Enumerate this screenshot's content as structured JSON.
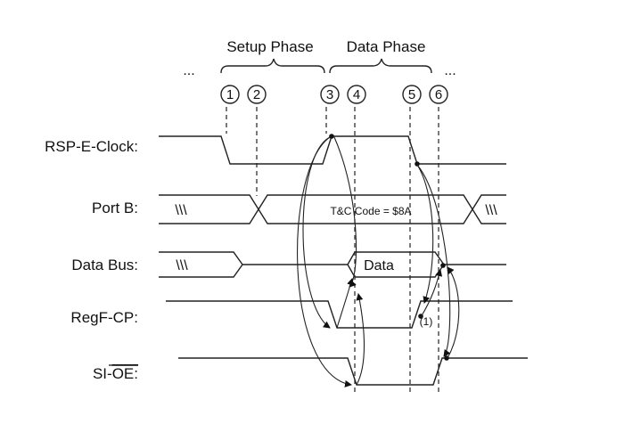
{
  "phases": {
    "setup": "Setup Phase",
    "data": "Data Phase",
    "ellipsis": "..."
  },
  "markers": [
    "1",
    "2",
    "3",
    "4",
    "5",
    "6"
  ],
  "signals": {
    "rsp_e_clock": "RSP-E-Clock:",
    "port_b": "Port B:",
    "data_bus": "Data Bus:",
    "regf_cp": "RegF-CP:",
    "si_oe_prefix": "SI-",
    "si_oe_overlined": "OE:"
  },
  "annotations": {
    "tc_code": "T&C Code = $8A",
    "data": "Data",
    "hatch": "\\\\\\",
    "note": "(1)"
  }
}
